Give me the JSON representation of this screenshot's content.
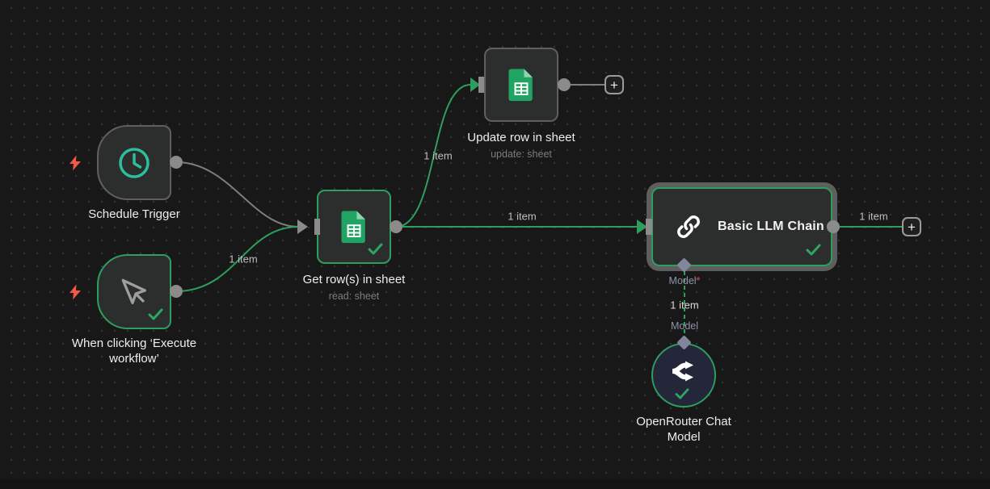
{
  "strings": {
    "one_item": "1 item",
    "plus": "+",
    "model_label": "Model",
    "asterisk": "*"
  },
  "nodes": {
    "schedule": {
      "label": "Schedule Trigger",
      "icon": "clock-icon"
    },
    "execute": {
      "label": "When clicking ‘Execute workflow’",
      "icon": "cursor-icon"
    },
    "get_rows": {
      "label": "Get row(s) in sheet",
      "subtitle": "read: sheet",
      "icon": "google-sheets-icon"
    },
    "update_row": {
      "label": "Update row in sheet",
      "subtitle": "update: sheet",
      "icon": "google-sheets-icon"
    },
    "llm_chain": {
      "label": "Basic LLM Chain",
      "icon": "chain-link-icon",
      "selected": true
    },
    "openrouter": {
      "label": "OpenRouter Chat Model",
      "icon": "openrouter-icon"
    }
  },
  "icons": {
    "status": "check-icon",
    "trigger_pin": "lightning-bolt-icon",
    "add": "plus-icon"
  },
  "colors": {
    "canvas_bg": "#181818",
    "node_bg": "#2c2d2d",
    "success_green": "#2e9e5e",
    "clock_teal": "#2dbe9d",
    "bolt_red": "#ee5a46",
    "sheets_green": "#21a463",
    "connector_gray": "#8b8b8b",
    "edge_gray": "#7e7e7e",
    "selection_ring": "#5e5e5e",
    "model_lavender": "#9093ac",
    "required_red": "#e5484d"
  }
}
